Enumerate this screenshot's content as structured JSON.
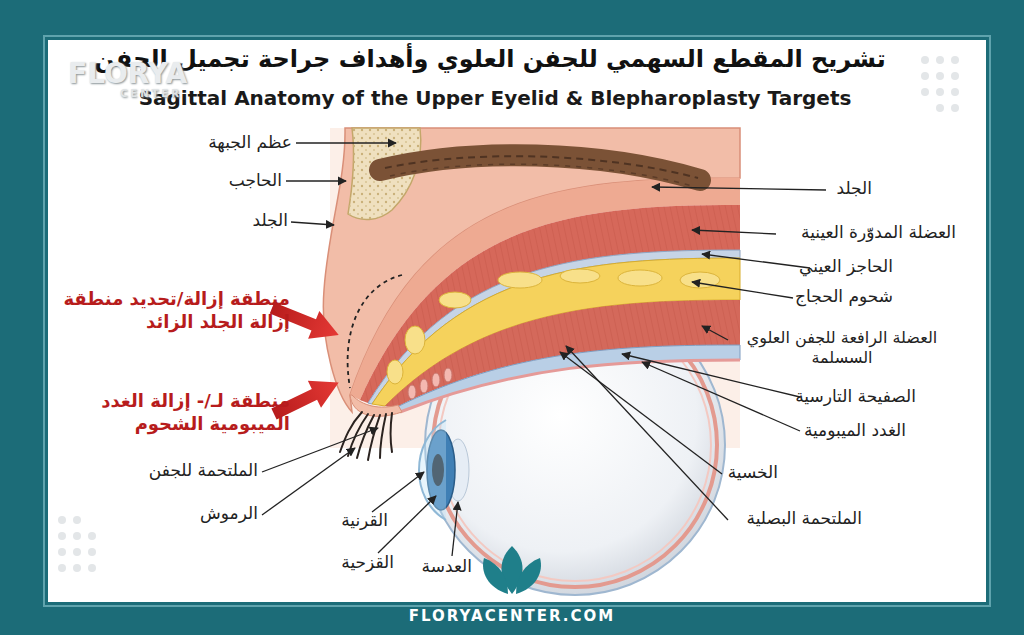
{
  "diagram": {
    "title": "تشريح المقطع السهمي للجفن العلوي وأهداف جراحة تجميل الجفن",
    "labels": [
      "Sagittal Anatomy of the Upper Eyelid & Blepharoplasty Targets",
      "FLORYA",
      "CENTER",
      "عظم الجبهة",
      "الحاجب",
      "الجلد",
      "منطقة إزالة/تحديد منطقة إزالة الجلد الزائد",
      "منطقة لـ/- إزالة الغدد الميبومية الشحوم",
      "الملتحمة للجفن",
      "الرموش",
      "القرنية",
      "القزحية",
      "العدسة",
      "الجلد",
      "العضلة المدوّرة العينية",
      "الحاجز العيني",
      "شحوم الحجاج",
      "العضلة الرافعة للجفن العلوي السسلمة",
      "الصفيحة التارسية",
      "الغدد الميبومية",
      "الخسية",
      "الملتحمة البصلية",
      "FLORYACENTER.COM"
    ]
  }
}
